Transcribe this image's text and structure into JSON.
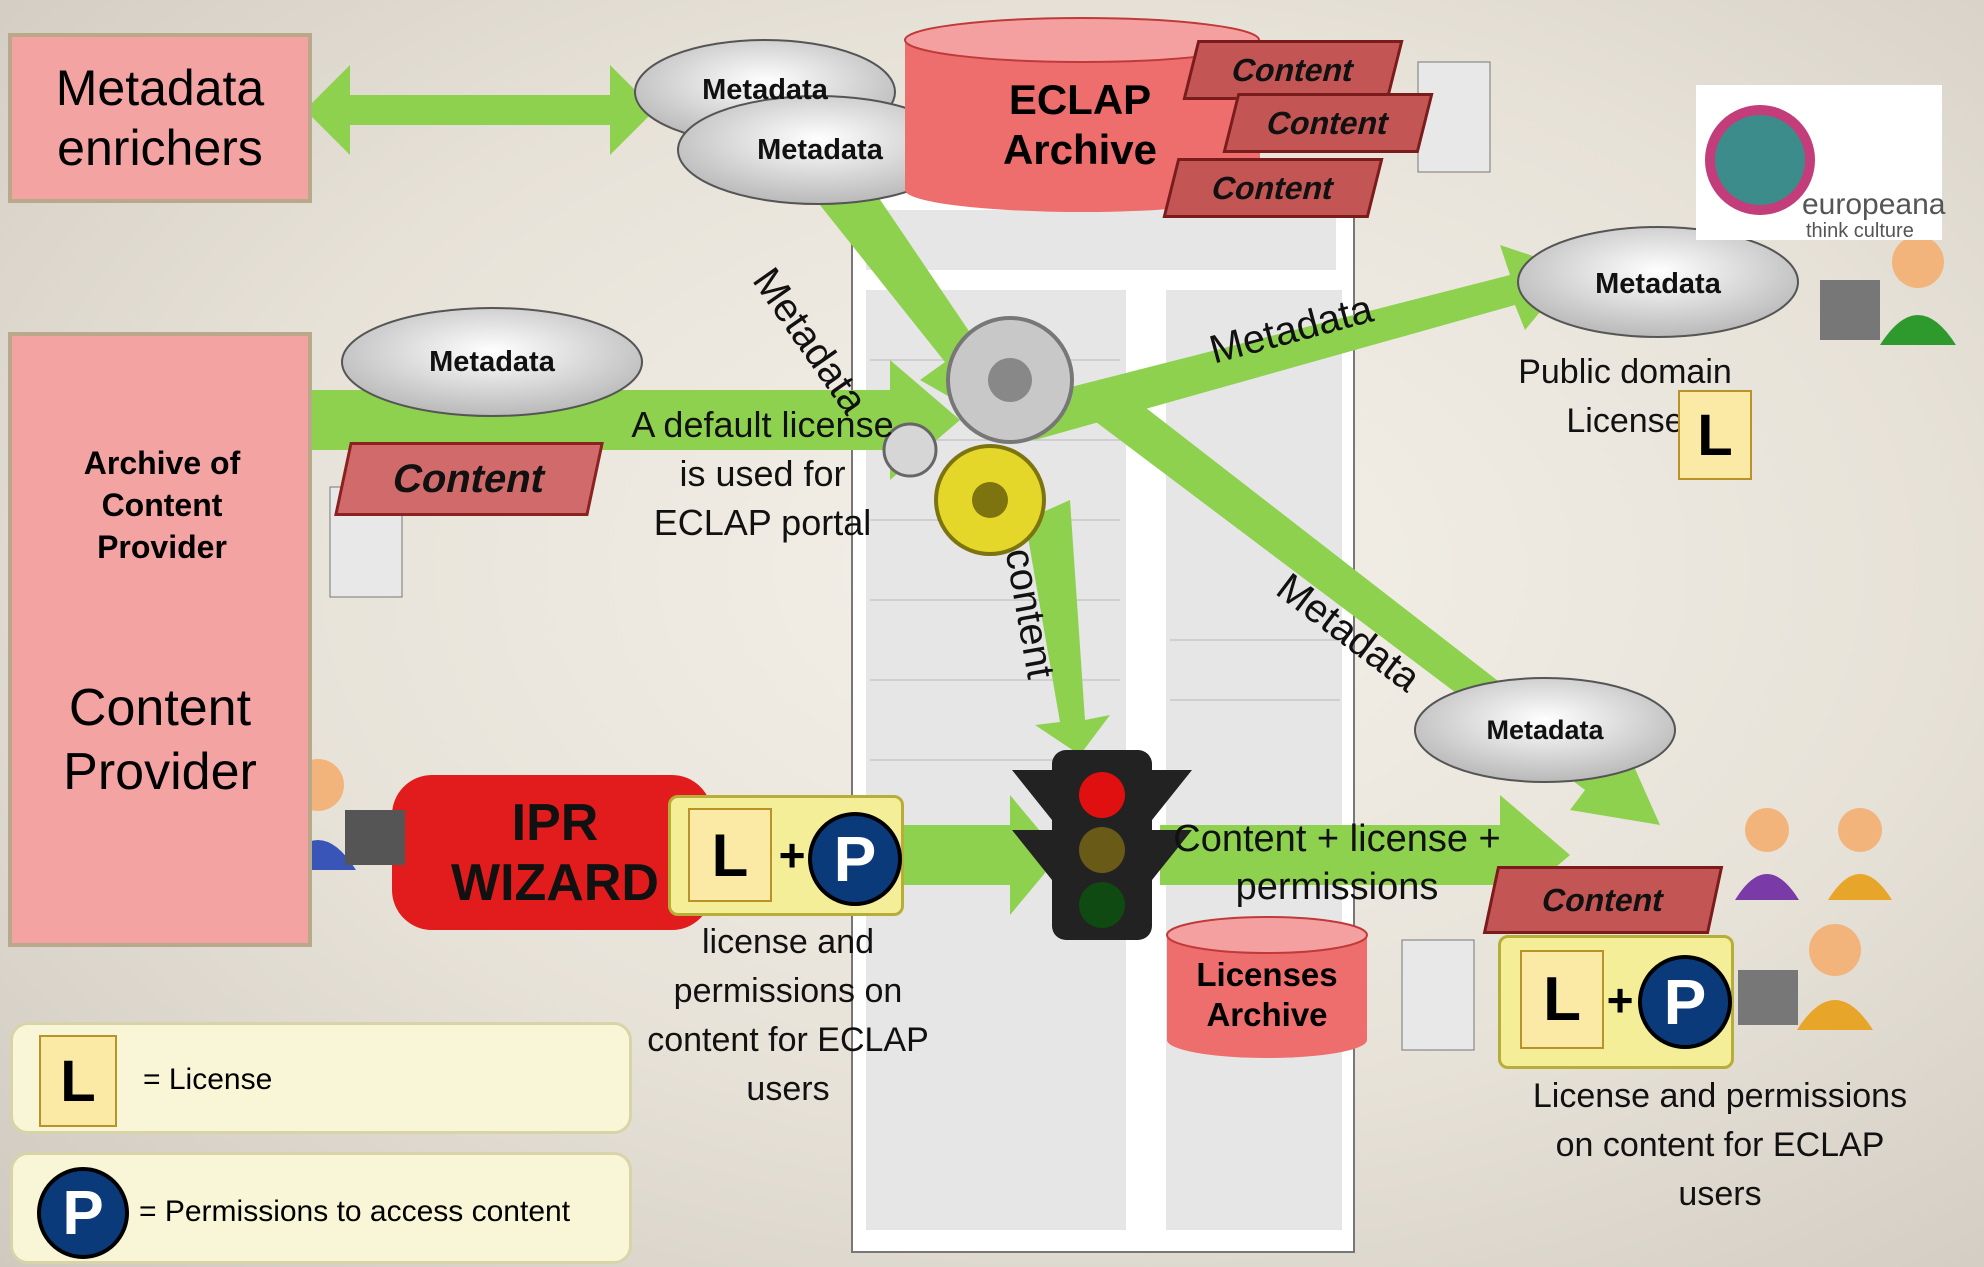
{
  "left": {
    "enrichers": "Metadata enrichers",
    "archive": "Archive of Content Provider",
    "provider": "Content Provider",
    "content_tag": "Content",
    "metadata_cloud": "Metadata"
  },
  "eclap_archive": {
    "title": "ECLAP Archive",
    "content_tags": [
      "Content",
      "Content",
      "Content"
    ],
    "clouds": [
      "Metadata",
      "Metadata"
    ]
  },
  "arrows": {
    "metadata_diag": "Metadata",
    "metadata_up": "Metadata",
    "metadata_down": "Metadata",
    "content_down": "content",
    "default_license": "A default license is used for ECLAP portal",
    "content_license": "Content + license + permissions"
  },
  "ipr": {
    "title": "IPR WIZARD",
    "plus": "+"
  },
  "captions": {
    "ipr_caption": "license and permissions on content for ECLAP users",
    "user_caption": "License and permissions on content for ECLAP users",
    "public_domain": "Public domain License"
  },
  "europeana": {
    "name": "europeana",
    "tagline": "think culture",
    "cloud": "Metadata"
  },
  "licenses_archive": "Licenses Archive",
  "users": {
    "cloud": "Metadata",
    "content_tag": "Content",
    "plus": "+"
  },
  "legend": {
    "license": "= License",
    "permissions": "= Permissions to access content"
  },
  "icons": {
    "license_letter": "L",
    "permission_letter": "P"
  },
  "colors": {
    "arrow": "#8ed14f",
    "pink": "#f4a3a3",
    "red": "#e21c1c",
    "legend_bg": "#f8f6d6",
    "permission_blue": "#0b3a7a"
  }
}
